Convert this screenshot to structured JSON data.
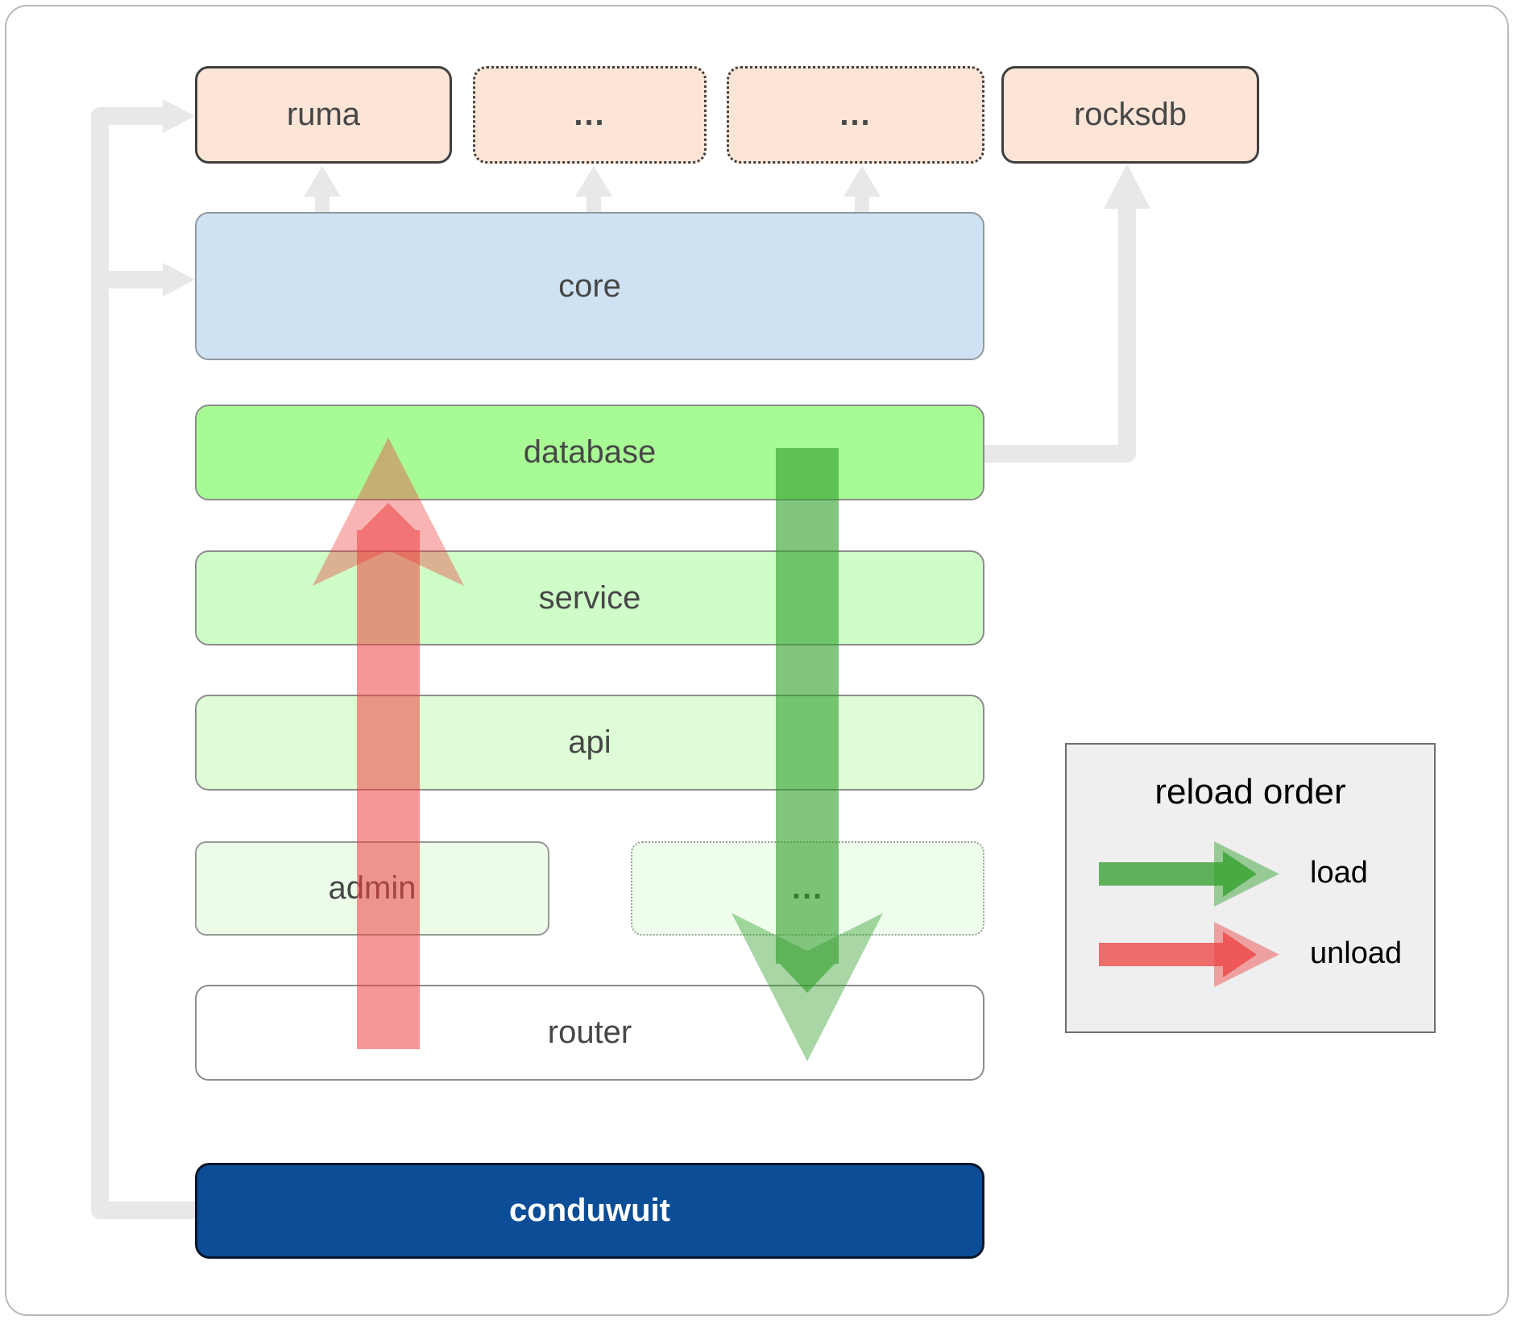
{
  "diagram": {
    "nodes": {
      "ruma": {
        "label": "ruma"
      },
      "dep_more_1": {
        "label": "..."
      },
      "dep_more_2": {
        "label": "..."
      },
      "rocksdb": {
        "label": "rocksdb"
      },
      "core": {
        "label": "core"
      },
      "database": {
        "label": "database"
      },
      "service": {
        "label": "service"
      },
      "api": {
        "label": "api"
      },
      "admin": {
        "label": "admin"
      },
      "admin_more": {
        "label": "..."
      },
      "router": {
        "label": "router"
      },
      "conduwuit": {
        "label": "conduwuit"
      }
    }
  },
  "legend": {
    "title": "reload order",
    "items": [
      {
        "label": "load",
        "color": "#2f9e28"
      },
      {
        "label": "unload",
        "color": "#ee4040"
      }
    ]
  },
  "colors": {
    "dependency_box": "#fce5d6",
    "core_box": "#cfe2f3",
    "database_box": "#a8fa94",
    "service_box": "#cefdc7",
    "api_box": "#defdd7",
    "admin_box": "#ecfce9",
    "router_box": "#ffffff",
    "conduwuit_box": "#0b4d96",
    "load_arrow": "#2f9e28",
    "unload_arrow": "#ee4040",
    "connector": "#e8e8e8"
  }
}
